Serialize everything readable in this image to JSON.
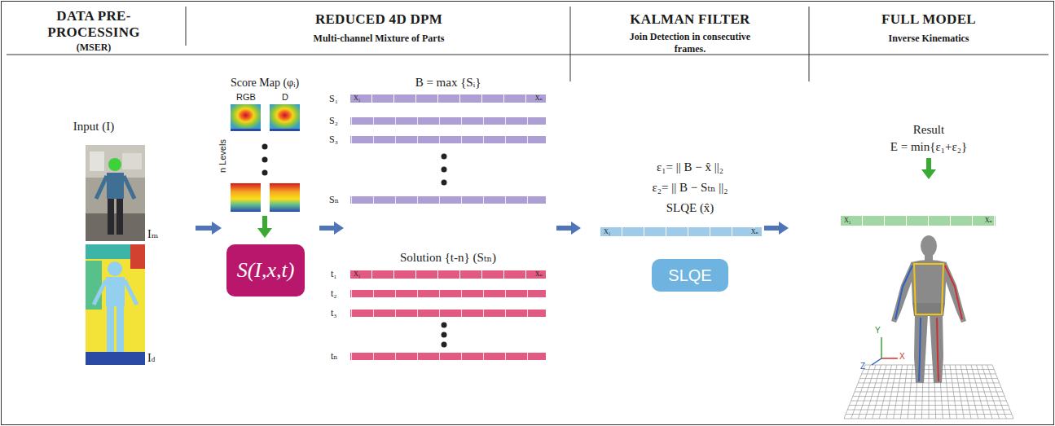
{
  "diagram": {
    "nodes": [
      {
        "text": [
          "S(I,x,t)"
        ]
      },
      {
        "text": [
          "X₁",
          "Xₙ"
        ]
      },
      {
        "text": [
          "X₁",
          "Xₙ"
        ]
      },
      {
        "text": [
          "X₁",
          "Xₙ"
        ]
      },
      {
        "text": [
          "SLQE"
        ]
      },
      {
        "text": [
          "X₁",
          "Xₙ"
        ]
      }
    ],
    "labels": [
      "DATA PRE-PROCESSING",
      "(MSER)",
      "REDUCED 4D DPM",
      "Multi-channel Mixture of Parts",
      "KALMAN FILTER",
      "Join Detection in consecutive frames.",
      "FULL MODEL",
      "Inverse Kinematics",
      "Input (I)",
      "Iₘ",
      "Id",
      "Score Map (φᵢ)",
      "RGB",
      "D",
      "n Levels",
      "B = max {Sᵢ}",
      "S₁",
      "S₂",
      "S₃",
      "Sₙ",
      "Solution {t-n} (Sₜₙ)",
      "t₁",
      "t₂",
      "t₃",
      "tₙ",
      "ε₁= || B − x̂ ||₂",
      "ε₂= || B − Sₜₙ ||₂",
      "SLQE (x̂)",
      "Result",
      "E = min{ε₁+ε₂}",
      "Y",
      "Z",
      "X"
    ]
  }
}
